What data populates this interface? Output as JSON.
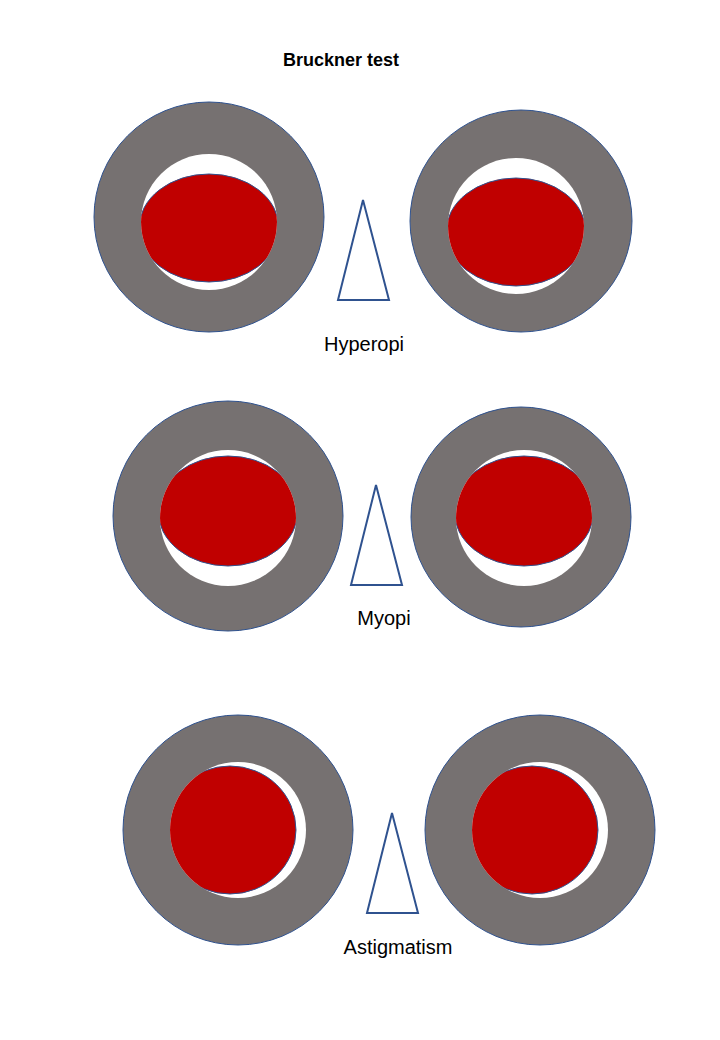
{
  "diagram": {
    "title": "Bruckner test",
    "labels": [
      "Hyperopi",
      "Myopi",
      "Astigmatism"
    ]
  }
}
